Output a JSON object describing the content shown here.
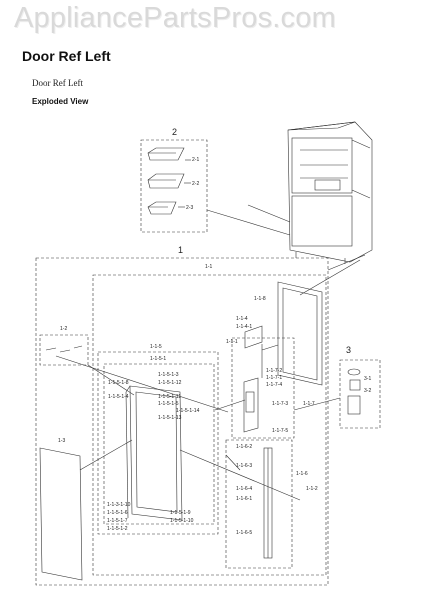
{
  "watermark": "AppliancePartsPros.com",
  "title": "Door Ref Left",
  "subtitle": "Door Ref Left",
  "view_label": "Exploded View",
  "groups": {
    "g1": "1",
    "g2": "2",
    "g3": "3",
    "g11": "1-1"
  },
  "labels": {
    "l2_1": "2-1",
    "l2_2": "2-2",
    "l2_3": "2-3",
    "l1_2": "1-2",
    "l1_3": "1-3",
    "l1_1_8": "1-1-8",
    "l1_1_4": "1-1-4",
    "l1_1_4_1": "1-1-4-1",
    "l1_1_1": "1-1-1",
    "l1_1_7_2": "1-1-7-2",
    "l1_1_7_1": "1-1-7-1",
    "l1_1_7_3": "1-1-7-3",
    "l1_1_7_4": "1-1-7-4",
    "l1_1_7_5": "1-1-7-5",
    "l1_1_7": "1-1-7",
    "l1_1_5": "1-1-5",
    "l1_1_5_1": "1-1-5-1",
    "l1_1_5_1_3": "1-1-5-1-3",
    "l1_1_5_1_12": "1-1-5-1-12",
    "l1_1_5_1_8": "1-1-5-1-8",
    "l1_1_5_1_4": "1-1-5-1-4",
    "l1_1_5_1_11": "1-1-5-1-11",
    "l1_1_5_1_5": "1-1-5-1-5",
    "l1_1_5_1_14": "1-1-5-1-14",
    "l1_1_5_1_13": "1-1-5-1-13",
    "l1_1_5_1_6": "1-1-5-1-6",
    "l1_1_5_1_7": "1-1-5-1-7",
    "l1_1_5_1_2": "1-1-5-1-2",
    "l1_1_5_1_9": "1-1-5-1-9",
    "l1_1_5_1_10": "1-1-5-1-10",
    "l1_1_3_1_10": "1-1-3-1-10",
    "l1_1_6": "1-1-6",
    "l1_1_6_2": "1-1-6-2",
    "l1_1_6_3": "1-1-6-3",
    "l1_1_6_4": "1-1-6-4",
    "l1_1_6_1": "1-1-6-1",
    "l1_1_6_5": "1-1-6-5",
    "l1_1_2": "1-1-2",
    "l3_1": "3-1",
    "l3_2": "3-2"
  }
}
